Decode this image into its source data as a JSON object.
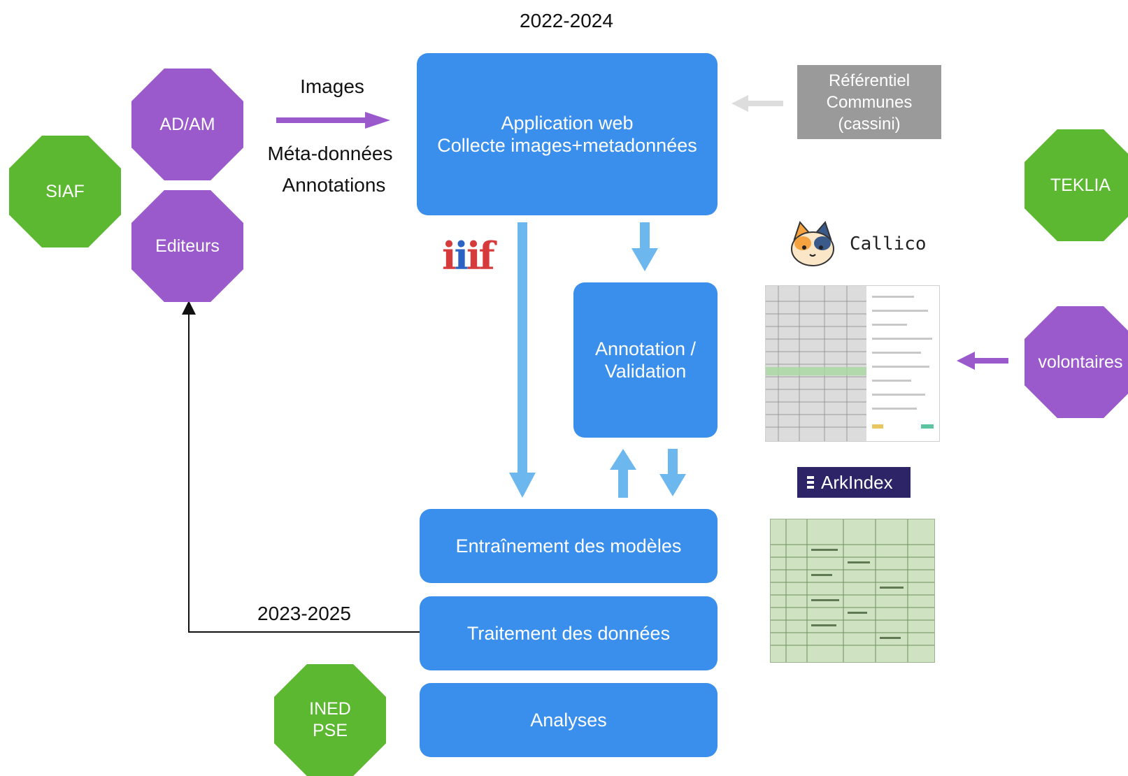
{
  "title_period": "2022-2024",
  "secondary_period": "2023-2025",
  "flow_labels": {
    "images": "Images",
    "metadata": "Méta-données",
    "annotations": "Annotations"
  },
  "boxes": {
    "webapp_line1": "Application web",
    "webapp_line2": "Collecte images+metadonnées",
    "annotation_line1": "Annotation /",
    "annotation_line2": "Validation",
    "training": "Entraînement des modèles",
    "processing": "Traitement des données",
    "analyses": "Analyses"
  },
  "reference": {
    "line1": "Référentiel",
    "line2": "Communes",
    "line3": "(cassini)"
  },
  "actors": {
    "siaf": "SIAF",
    "adam": "AD/AM",
    "editeurs": "Editeurs",
    "teklia": "TEKLIA",
    "volontaires": "volontaires",
    "ined_line1": "INED",
    "ined_line2": "PSE"
  },
  "logos": {
    "iiif": "iiif",
    "callico": "Callico",
    "arkindex": "ArkIndex"
  },
  "colors": {
    "blue_box": "#3b8fec",
    "light_blue_arrow": "#6cb8ee",
    "green": "#5cb830",
    "purple": "#9b5acb",
    "grey": "#9a9a9a",
    "arkindex_bg": "#2c2466"
  }
}
